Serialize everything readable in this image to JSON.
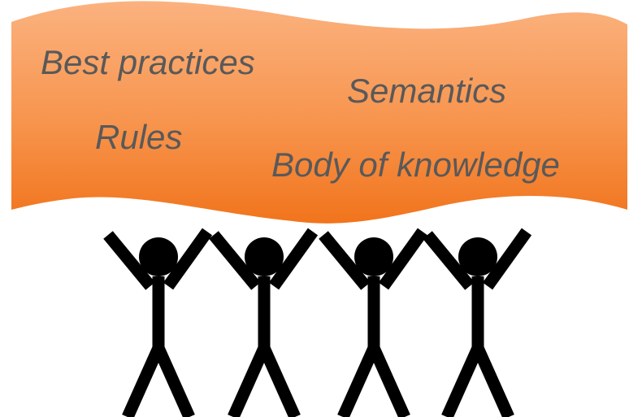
{
  "banner": {
    "color_top": "#f9a46a",
    "color_bottom": "#f47a22",
    "text_color": "#595959",
    "words": [
      "Best practices",
      "Semantics",
      "Rules",
      "Body of knowledge"
    ]
  },
  "figures": {
    "count": 4,
    "icon": "stick-figure-arms-raised-icon",
    "color": "#000000"
  }
}
